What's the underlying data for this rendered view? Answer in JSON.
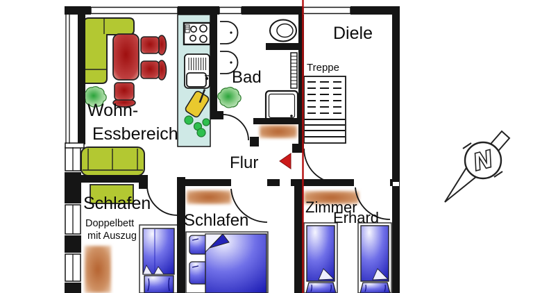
{
  "plan": {
    "type": "apartment floor plan",
    "language": "de"
  },
  "labels": {
    "living_line1": "Wohn-",
    "living_line2": "Essbereich",
    "bath": "Bad",
    "hall": "Diele",
    "stairs": "Treppe",
    "corridor": "Flur",
    "bedroom_left": "Schlafen",
    "bedroom_left_note_line1": "Doppelbett",
    "bedroom_left_note_line2": "mit Auszug",
    "bedroom_middle": "Schlafen",
    "bedroom_right_line1": "Zimmer",
    "bedroom_right_line2": "Erhard",
    "compass_north": "N"
  },
  "colors": {
    "wall": "#151515",
    "kitchen_counter": "#cfe9e6",
    "furniture_green": "#b3c832",
    "red_deep": "#9f0f0f",
    "red_mid": "#bf4040",
    "red_light": "#e8b0a4",
    "bed_blue_light": "#f6f6ff",
    "bed_blue_mid": "#7070e8",
    "bed_blue_deep": "#1313ae",
    "rug_brown": "#b5622f",
    "rug_brown_mid": "#cf9265",
    "rug_brown_light": "#ecccb2",
    "plant_green": "#2aa33a",
    "plant_green_mid": "#8fd08c",
    "plant_green_light": "#cdeccb",
    "board_yellow": "#e9c92e",
    "veg_green": "#2ebf4e",
    "section_line_red": "#b30f0f",
    "arrow_red": "#cc1a1a",
    "background": "#ffffff"
  }
}
